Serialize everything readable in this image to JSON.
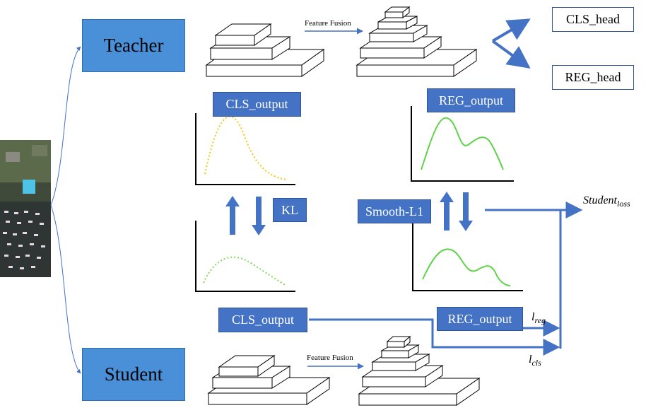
{
  "teacher": {
    "label": "Teacher"
  },
  "student": {
    "label": "Student"
  },
  "heads": {
    "cls": "CLS_head",
    "reg": "REG_head"
  },
  "fusion": {
    "teacher": "Feature Fusion",
    "student": "Feature Fusion"
  },
  "outputs": {
    "teacher_cls": "CLS_output",
    "teacher_reg": "REG_output",
    "student_cls": "CLS_output",
    "student_reg": "REG_output"
  },
  "losses": {
    "kl": "KL",
    "smooth_l1": "Smooth-L1",
    "student_loss_base": "Student",
    "student_loss_sub": "loss",
    "l_reg_base": "l",
    "l_reg_sub": "reg",
    "l_cls_base": "l",
    "l_cls_sub": "cls"
  },
  "colors": {
    "role_fill": "#4a90d9",
    "label_fill": "#4472c4",
    "arrow": "#4472c4",
    "teacher_cls_curve": "#f5c518",
    "student_cls_curve": "#7ed957",
    "reg_curve": "#5fd34a"
  }
}
